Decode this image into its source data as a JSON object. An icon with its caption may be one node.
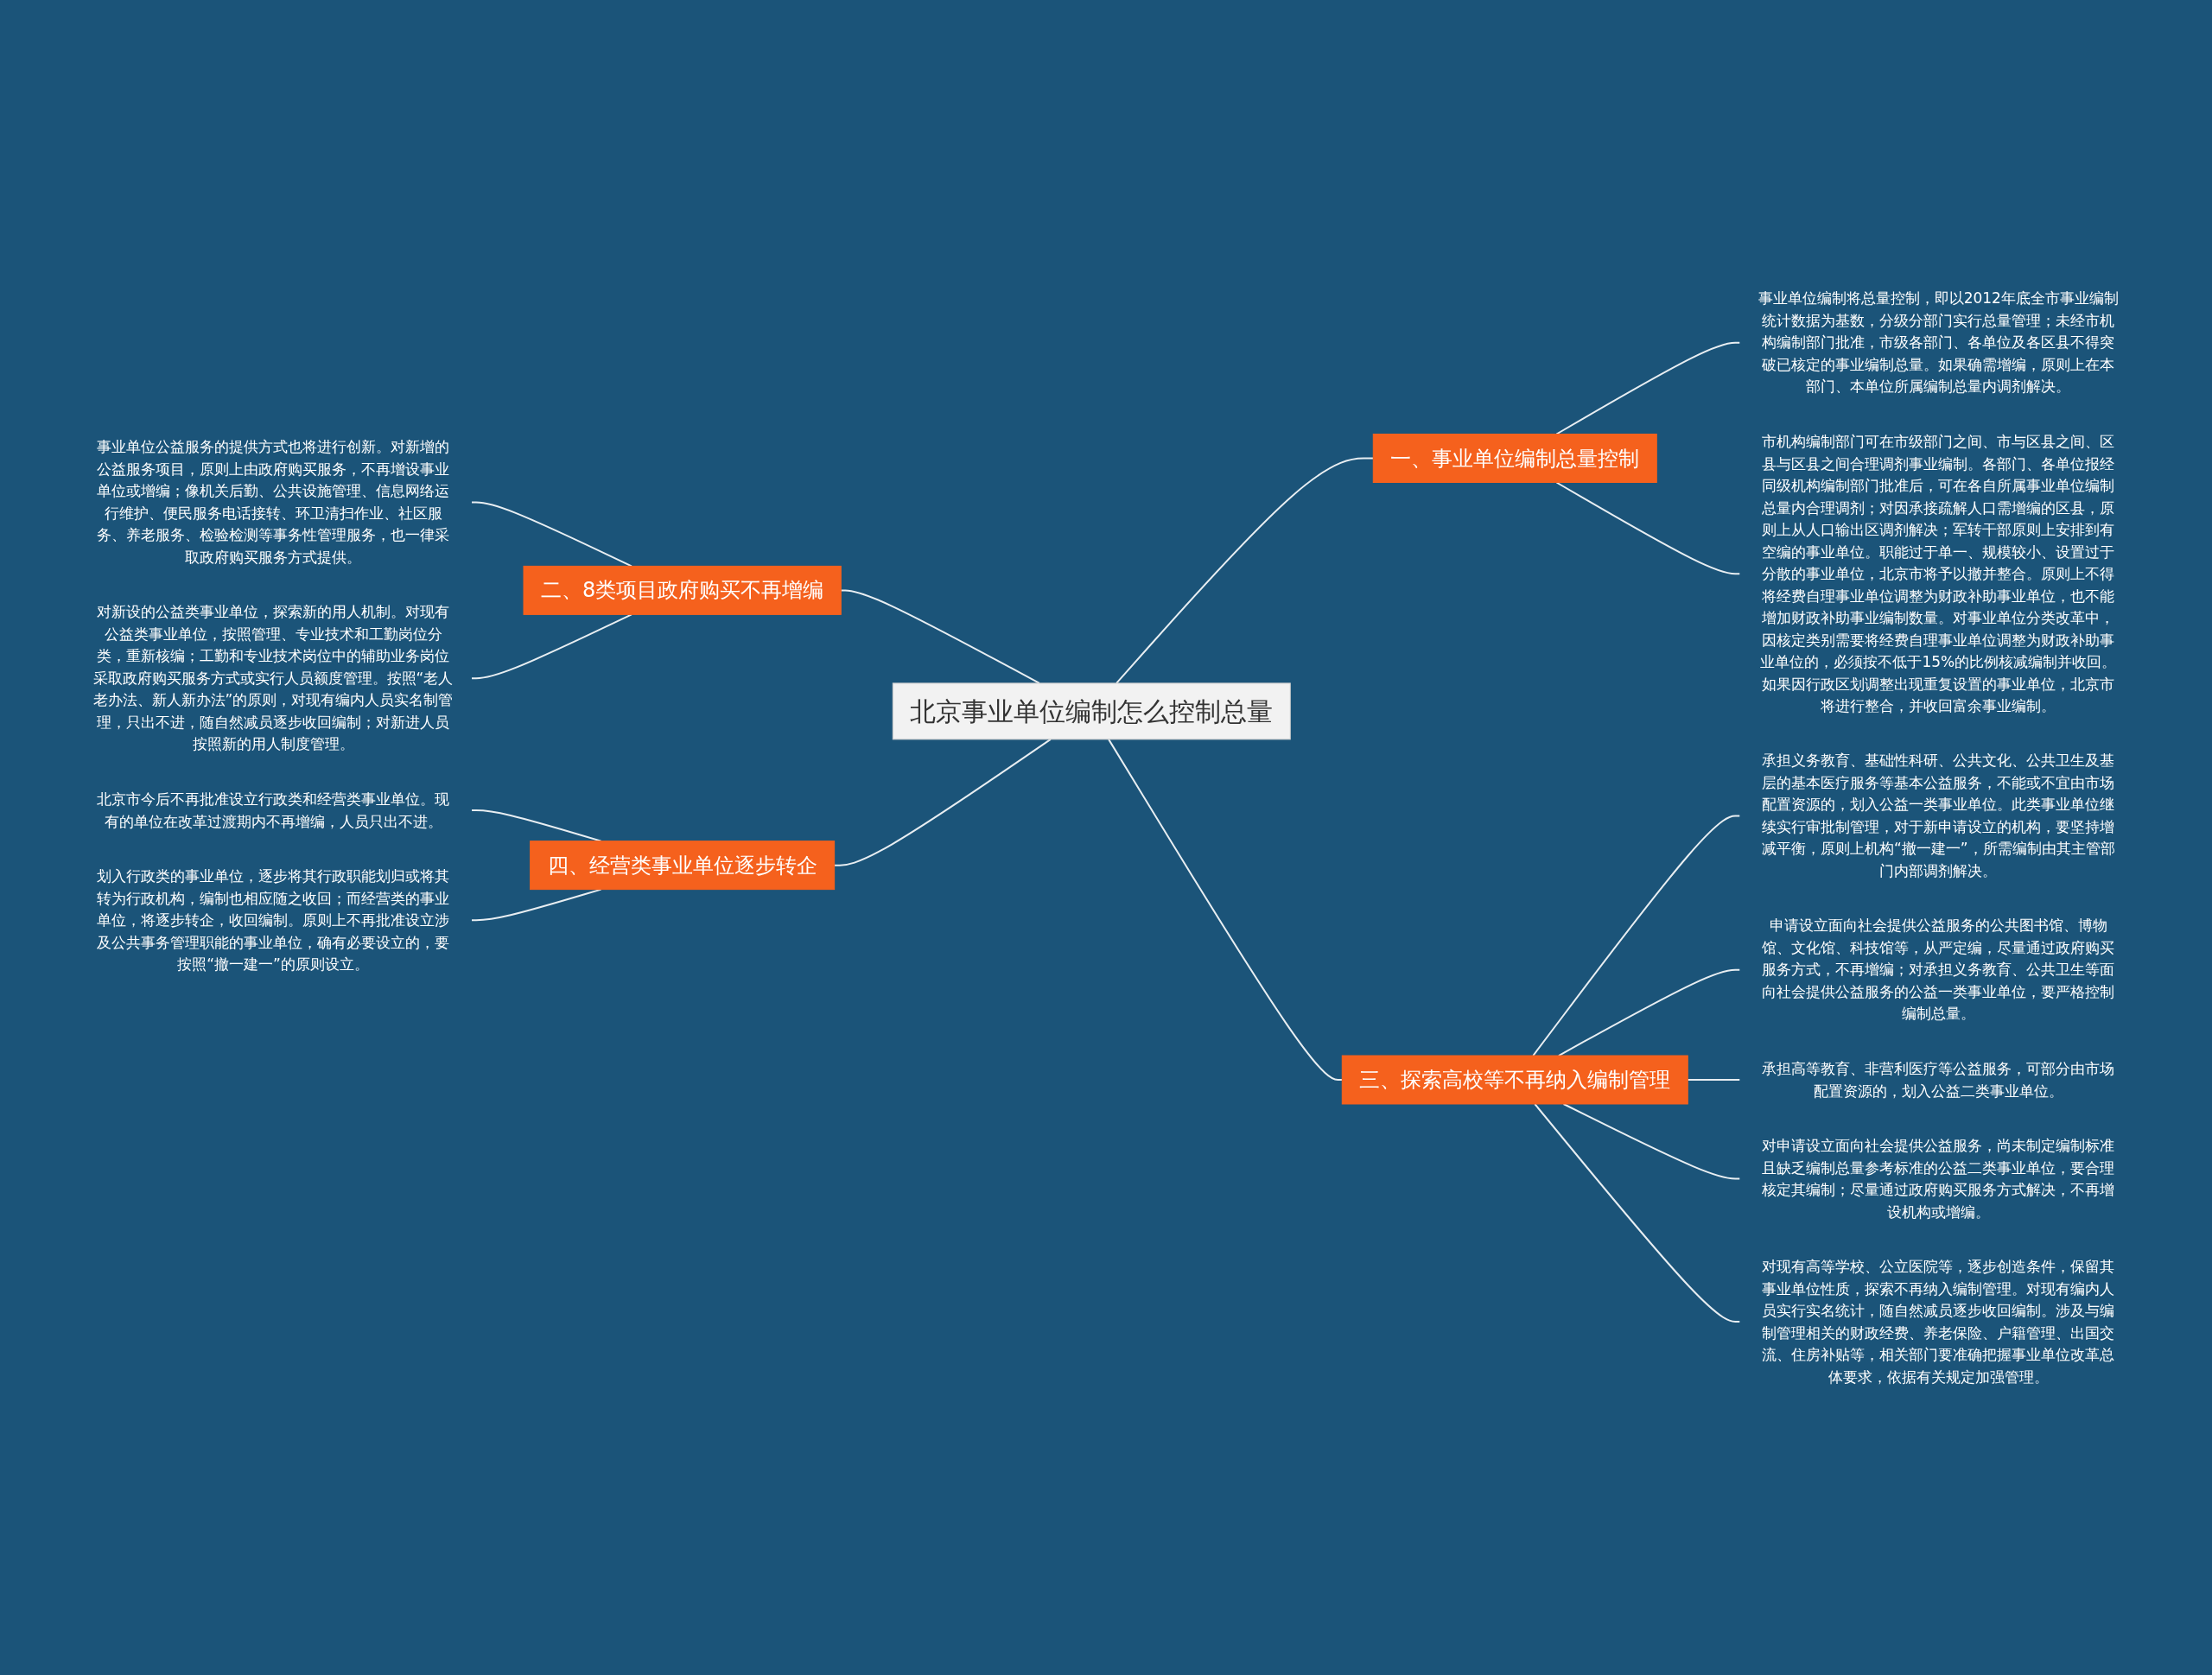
{
  "diagram": {
    "nodes": [
      {
        "text": [
          "北京事业单位编制怎么控制总量"
        ]
      },
      {
        "text": [
          "一、事业单位编制总量控制"
        ]
      },
      {
        "text": [
          "事业单位编制将总量控制，即以2012年底全市事业编制统计数据为基数，分级分部门实行总量管理；未经市机构编制部门批准，市级各部门、各单位及各区县不得突破已核定的事业编制总量。如果确需增编，原则上在本部门、本单位所属编制总量内调剂解决。"
        ]
      },
      {
        "text": [
          "市机构编制部门可在市级部门之间、市与区县之间、区县与区县之间合理调剂事业编制。各部门、各单位报经同级机构编制部门批准后，可在各自所属事业单位编制总量内合理调剂；对因承接疏解人口需增编的区县，原则上从人口输出区调剂解决；军转干部原则上安排到有空编的事业单位。职能过于单一、规模较小、设置过于分散的事业单位，北京市将予以撤并整合。原则上不得将经费自理事业单位调整为财政补助事业单位，也不能增加财政补助事业编制数量。对事业单位分类改革中，因核定类别需要将经费自理事业单位调整为财政补助事业单位的，必须按不低于15%的比例核减编制并收回。如果因行政区划调整出现重复设置的事业单位，北京市将进行整合，并收回富余事业编制。"
        ]
      },
      {
        "text": [
          "二、8类项目政府购买不再增编"
        ]
      },
      {
        "text": [
          "事业单位公益服务的提供方式也将进行创新。对新增的公益服务项目，原则上由政府购买服务，不再增设事业单位或增编；像机关后勤、公共设施管理、信息网络运行维护、便民服务电话接转、环卫清扫作业、社区服务、养老服务、检验检测等事务性管理服务，也一律采取政府购买服务方式提供。"
        ]
      },
      {
        "text": [
          "对新设的公益类事业单位，探索新的用人机制。对现有公益类事业单位，按照管理、专业技术和工勤岗位分类，重新核编；工勤和专业技术岗位中的辅助业务岗位采取政府购买服务方式或实行人员额度管理。按照“老人老办法、新人新办法”的原则，对现有编内人员实名制管理，只出不进，随自然减员逐步收回编制；对新进人员按照新的用人制度管理。"
        ]
      },
      {
        "text": [
          "三、探索高校等不再纳入编制管理"
        ]
      },
      {
        "text": [
          "承担义务教育、基础性科研、公共文化、公共卫生及基层的基本医疗服务等基本公益服务，不能或不宜由市场配置资源的，划入公益一类事业单位。此类事业单位继续实行审批制管理，对于新申请设立的机构，要坚持增减平衡，原则上机构“撤一建一”，所需编制由其主管部门内部调剂解决。"
        ]
      },
      {
        "text": [
          "申请设立面向社会提供公益服务的公共图书馆、博物馆、文化馆、科技馆等，从严定编，尽量通过政府购买服务方式，不再增编；对承担义务教育、公共卫生等面向社会提供公益服务的公益一类事业单位，要严格控制编制总量。"
        ]
      },
      {
        "text": [
          "承担高等教育、非营利医疗等公益服务，可部分由市场配置资源的，划入公益二类事业单位。"
        ]
      },
      {
        "text": [
          "对申请设立面向社会提供公益服务，尚未制定编制标准且缺乏编制总量参考标准的公益二类事业单位，要合理核定其编制；尽量通过政府购买服务方式解决，不再增设机构或增编。"
        ]
      },
      {
        "text": [
          "对现有高等学校、公立医院等，逐步创造条件，保留其事业单位性质，探索不再纳入编制管理。对现有编内人员实行实名统计，随自然减员逐步收回编制。涉及与编制管理相关的财政经费、养老保险、户籍管理、出国交流、住房补贴等，相关部门要准确把握事业单位改革总体要求，依据有关规定加强管理。"
        ]
      },
      {
        "text": [
          "四、经营类事业单位逐步转企"
        ]
      },
      {
        "text": [
          "北京市今后不再批准设立行政类和经营类事业单位。现有的单位在改革过渡期内不再增编，人员只出不进。"
        ]
      },
      {
        "text": [
          "划入行政类的事业单位，逐步将其行政职能划归或将其转为行政机构，编制也相应随之收回；而经营类的事业单位，将逐步转企，收回编制。原则上不再批准设立涉及公共事务管理职能的事业单位，确有必要设立的，要按照“撤一建一”的原则设立。"
        ]
      }
    ],
    "edges": [
      {
        "from": 0,
        "to": 1,
        "arrow": "none"
      },
      {
        "from": 1,
        "to": 2,
        "arrow": "none"
      },
      {
        "from": 1,
        "to": 3,
        "arrow": "none"
      },
      {
        "from": 0,
        "to": 4,
        "arrow": "none"
      },
      {
        "from": 4,
        "to": 5,
        "arrow": "none"
      },
      {
        "from": 4,
        "to": 6,
        "arrow": "none"
      },
      {
        "from": 0,
        "to": 7,
        "arrow": "none"
      },
      {
        "from": 7,
        "to": 8,
        "arrow": "none"
      },
      {
        "from": 7,
        "to": 9,
        "arrow": "none"
      },
      {
        "from": 7,
        "to": 10,
        "arrow": "none"
      },
      {
        "from": 7,
        "to": 11,
        "arrow": "none"
      },
      {
        "from": 7,
        "to": 12,
        "arrow": "none"
      },
      {
        "from": 0,
        "to": 13,
        "arrow": "none"
      },
      {
        "from": 13,
        "to": 14,
        "arrow": "none"
      },
      {
        "from": 13,
        "to": 15,
        "arrow": "none"
      }
    ]
  }
}
